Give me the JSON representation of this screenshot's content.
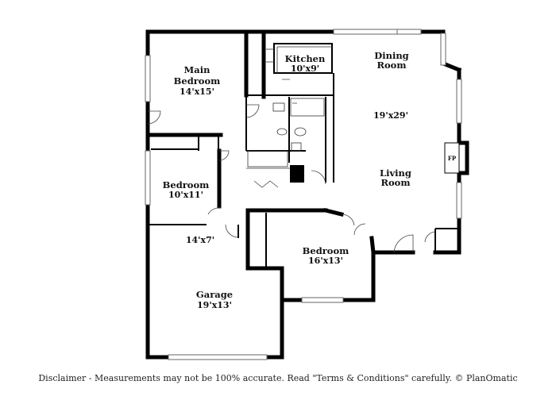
{
  "rooms": {
    "main_bedroom": {
      "name_line1": "Main",
      "name_line2": "Bedroom",
      "size": "14'x15'"
    },
    "kitchen": {
      "name": "Kitchen",
      "size": "10'x9'"
    },
    "dining": {
      "name": "Dining",
      "name_line2": "Room"
    },
    "living_dining_size": "19'x29'",
    "living": {
      "name": "Living",
      "name_line2": "Room"
    },
    "fireplace": "FP",
    "bedroom_left": {
      "name": "Bedroom",
      "size": "10'x11'"
    },
    "hall_size": "14'x7'",
    "bedroom_right": {
      "name": "Bedroom",
      "size": "16'x13'"
    },
    "garage": {
      "name": "Garage",
      "size": "19'x13'"
    }
  },
  "disclaimer": "Disclaimer - Measurements may not be 100% accurate. Read \"Terms & Conditions\" carefully. © PlanOmatic"
}
